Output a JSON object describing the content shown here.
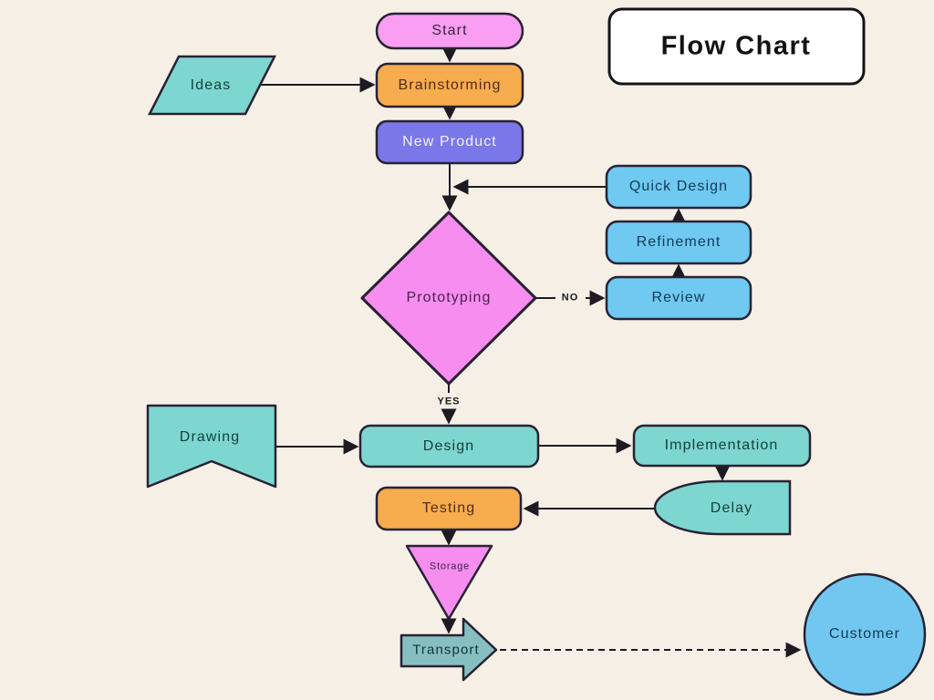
{
  "title": {
    "label": "Flow Chart"
  },
  "canvas": {
    "background": "#F5EFE6",
    "edge_color": "#1d1a22",
    "shape_stroke": "#282233"
  },
  "decision_labels": {
    "no": "NO",
    "yes": "YES"
  },
  "nodes": {
    "start": {
      "label": "Start",
      "shape": "pill",
      "fill": "#F99EF2"
    },
    "ideas": {
      "label": "Ideas",
      "shape": "parallelogram",
      "fill": "#7DD7D0"
    },
    "brainstorming": {
      "label": "Brainstorming",
      "shape": "rounded-rect",
      "fill": "#F7AC4E"
    },
    "new_product": {
      "label": "New Product",
      "shape": "rounded-rect",
      "fill": "#7A77E8"
    },
    "quick_design": {
      "label": "Quick Design",
      "shape": "rounded-rect",
      "fill": "#6FC9F1"
    },
    "refinement": {
      "label": "Refinement",
      "shape": "rounded-rect",
      "fill": "#6FC9F1"
    },
    "review": {
      "label": "Review",
      "shape": "rounded-rect",
      "fill": "#6FC9F1"
    },
    "prototyping": {
      "label": "Prototyping",
      "shape": "diamond",
      "fill": "#F88DF0"
    },
    "drawing": {
      "label": "Drawing",
      "shape": "banner",
      "fill": "#7DD7D0"
    },
    "design": {
      "label": "Design",
      "shape": "rounded-rect",
      "fill": "#7DD7D0"
    },
    "implementation": {
      "label": "Implementation",
      "shape": "rounded-rect",
      "fill": "#7DD7D0"
    },
    "testing": {
      "label": "Testing",
      "shape": "rounded-rect",
      "fill": "#F7AC4E"
    },
    "delay": {
      "label": "Delay",
      "shape": "delay",
      "fill": "#7DD7D0"
    },
    "storage": {
      "label": "Storage",
      "shape": "inverted-triangle",
      "fill": "#F88DF0"
    },
    "transport": {
      "label": "Transport",
      "shape": "arrow-right",
      "fill": "#87BFC1"
    },
    "customer": {
      "label": "Customer",
      "shape": "circle",
      "fill": "#72C7F0"
    }
  },
  "edges": [
    {
      "from": "start",
      "to": "brainstorming"
    },
    {
      "from": "ideas",
      "to": "brainstorming"
    },
    {
      "from": "brainstorming",
      "to": "new_product"
    },
    {
      "from": "new_product",
      "to": "prototyping"
    },
    {
      "from": "quick_design",
      "to": "prototyping"
    },
    {
      "from": "prototyping",
      "to": "review",
      "label": "NO"
    },
    {
      "from": "review",
      "to": "refinement"
    },
    {
      "from": "refinement",
      "to": "quick_design"
    },
    {
      "from": "prototyping",
      "to": "design",
      "label": "YES"
    },
    {
      "from": "drawing",
      "to": "design"
    },
    {
      "from": "design",
      "to": "implementation"
    },
    {
      "from": "implementation",
      "to": "delay"
    },
    {
      "from": "delay",
      "to": "testing"
    },
    {
      "from": "testing",
      "to": "storage"
    },
    {
      "from": "storage",
      "to": "transport"
    },
    {
      "from": "transport",
      "to": "customer",
      "style": "dashed"
    }
  ]
}
